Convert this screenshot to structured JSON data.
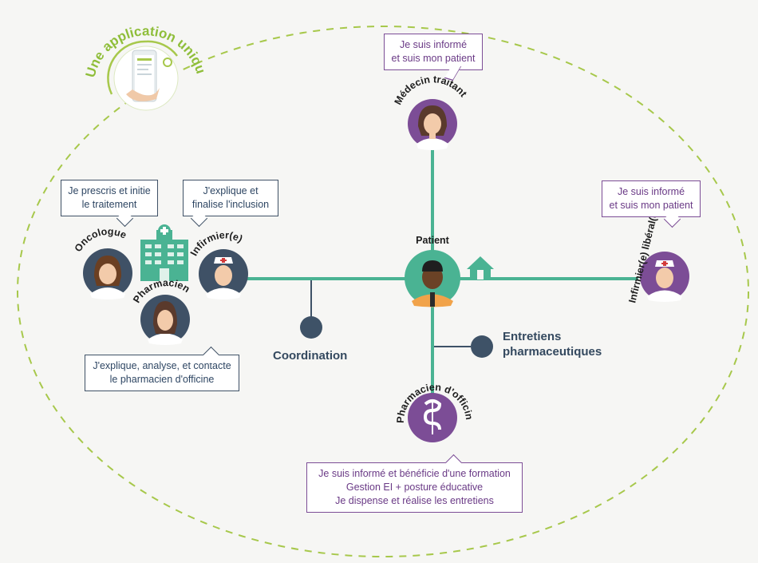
{
  "app_badge": {
    "text": "Une application unique"
  },
  "roles": {
    "medecin": "Médecin traitant",
    "oncologue": "Oncologue",
    "infirmier": "Infirmier(e)",
    "pharmacien": "Pharmacien",
    "patient": "Patient",
    "infirmier_liberal": "Infirmier(e) libéral(e)",
    "pharmacien_officine": "Pharmacien d'officine"
  },
  "bubbles": {
    "medecin": [
      "Je suis informé",
      "et suis mon patient"
    ],
    "oncologue": [
      "Je prescris et initie",
      "le traitement"
    ],
    "infirmier": [
      "J'explique et",
      "finalise l'inclusion"
    ],
    "pharmacien": [
      "J'explique, analyse, et contacte",
      "le pharmacien d'officine"
    ],
    "infirmier_liberal": [
      "Je suis informé",
      "et suis mon patient"
    ],
    "officine": [
      "Je suis informé et bénéficie d'une formation",
      "Gestion EI + posture éducative",
      "Je dispense et réalise les entretiens"
    ]
  },
  "labels": {
    "coordination": "Coordination",
    "entretiens": [
      "Entretiens",
      "pharmaceutiques"
    ]
  },
  "colors": {
    "teal": "#4ab393",
    "navy": "#3f5166",
    "purple": "#7c4d96",
    "green_dash": "#a7c84b",
    "slate": "#3e5267"
  },
  "icons": [
    "hospital-icon",
    "house-icon",
    "smartphone-icon",
    "caduceus-icon"
  ]
}
